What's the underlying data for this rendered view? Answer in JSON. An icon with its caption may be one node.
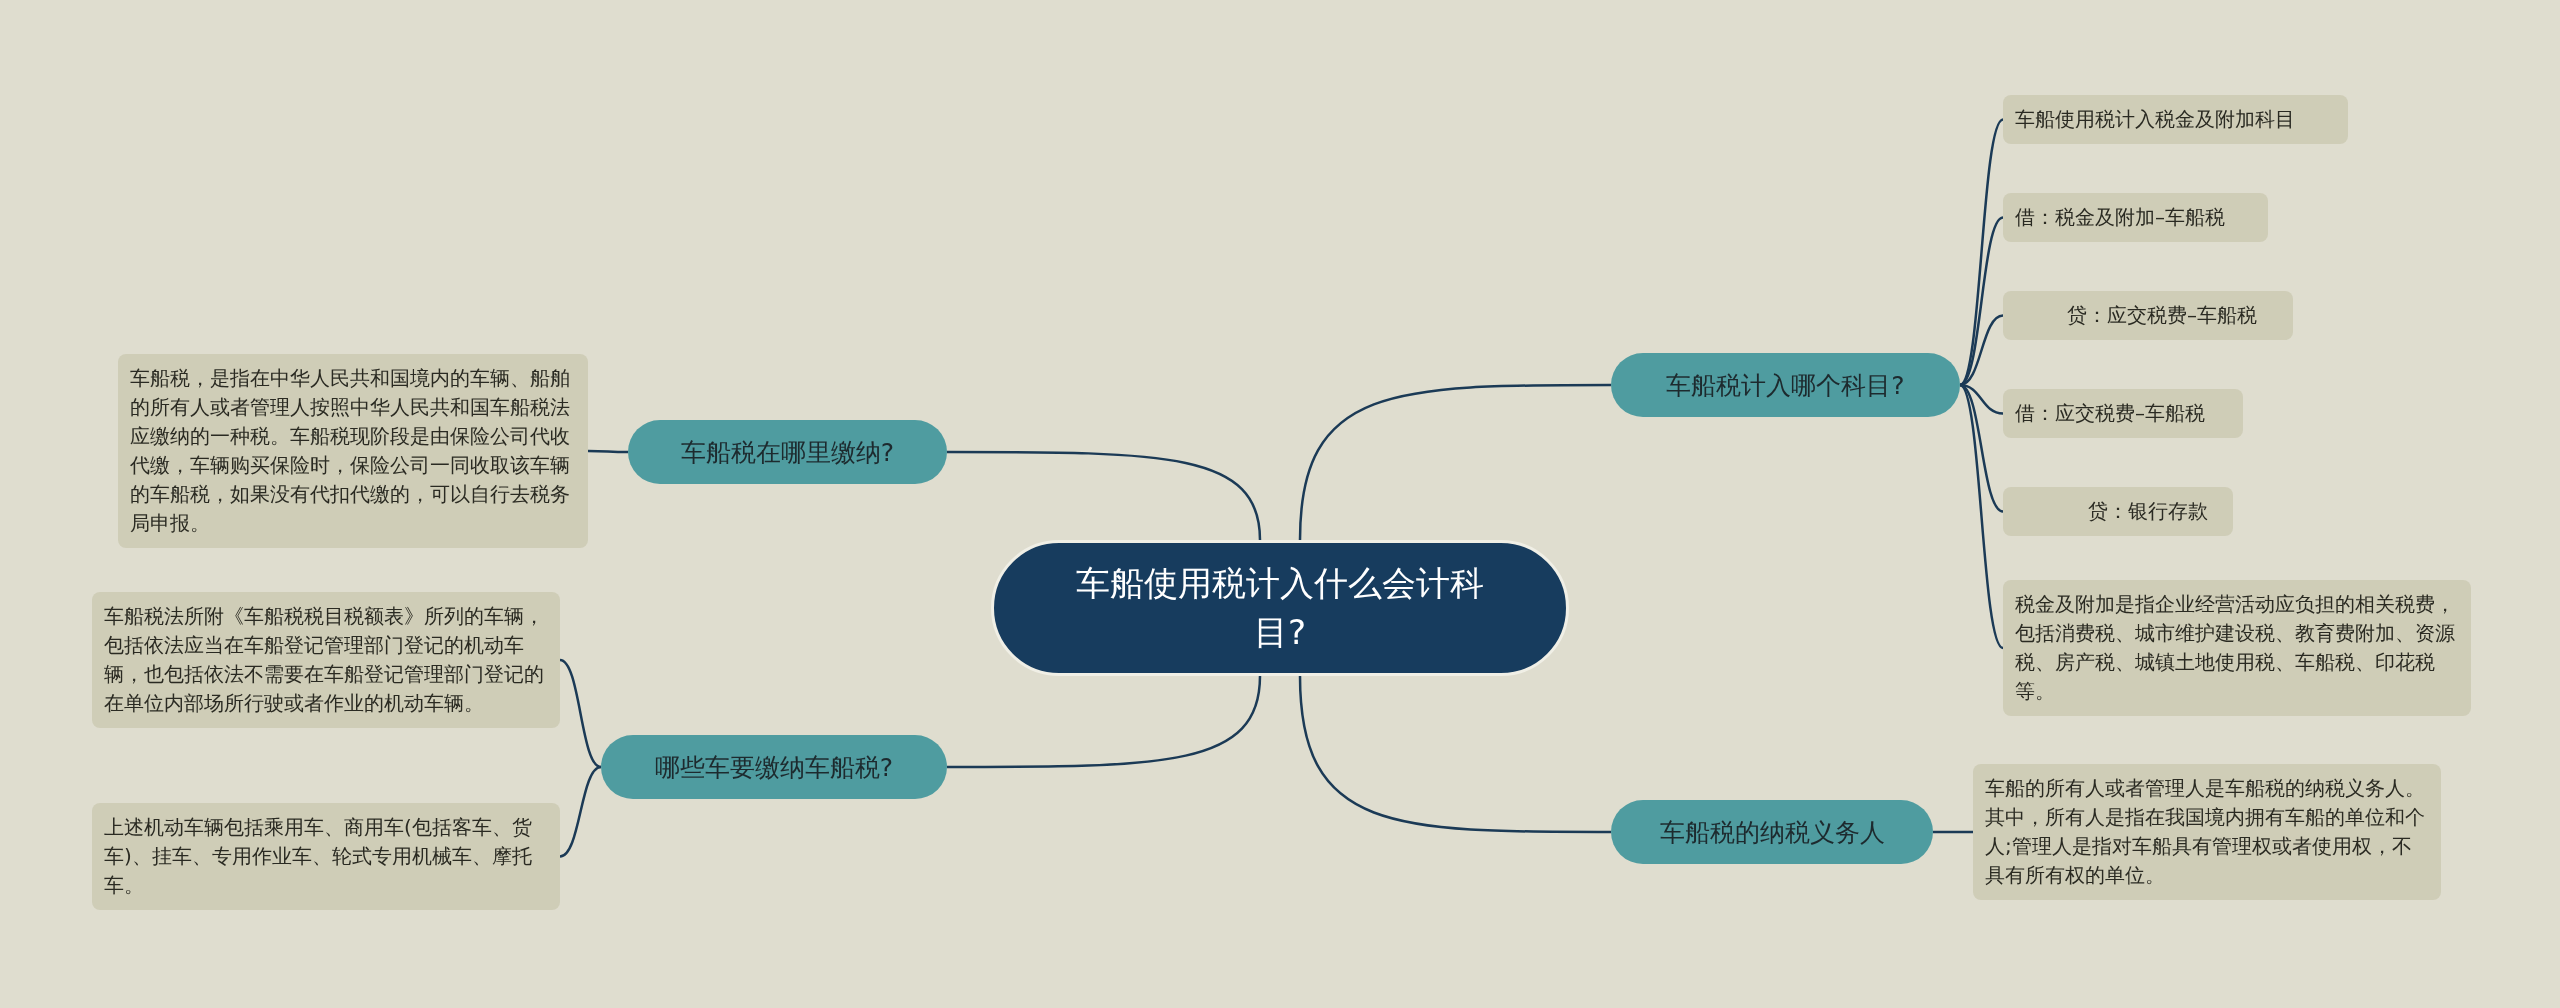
{
  "diagram": {
    "nodes": [
      {
        "text": [
          "车船使用税计入什么会计科目?"
        ]
      },
      {
        "text": [
          "车船税计入哪个科目?"
        ]
      },
      {
        "text": [
          "车船使用税计入税金及附加科目"
        ]
      },
      {
        "text": [
          "借：税金及附加–车船税"
        ]
      },
      {
        "text": [
          "贷：应交税费–车船税"
        ]
      },
      {
        "text": [
          "借：应交税费–车船税"
        ]
      },
      {
        "text": [
          "贷：银行存款"
        ]
      },
      {
        "text": [
          "税金及附加是指企业经营活动应负担的相关税费，包括消费税、城市维护建设税、教育费附加、资源税、房产税、城镇土地使用税、车船税、印花税等。"
        ]
      },
      {
        "text": [
          "车船税的纳税义务人"
        ]
      },
      {
        "text": [
          "车船的所有人或者管理人是车船税的纳税义务人。其中，所有人是指在我国境内拥有车船的单位和个人;管理人是指对车船具有管理权或者使用权，不具有所有权的单位。"
        ]
      },
      {
        "text": [
          "车船税在哪里缴纳?"
        ]
      },
      {
        "text": [
          "车船税，是指在中华人民共和国境内的车辆、船舶的所有人或者管理人按照中华人民共和国车船税法应缴纳的一种税。车船税现阶段是由保险公司代收代缴，车辆购买保险时，保险公司一同收取该车辆的车船税，如果没有代扣代缴的，可以自行去税务局申报。"
        ]
      },
      {
        "text": [
          "哪些车要缴纳车船税?"
        ]
      },
      {
        "text": [
          "车船税法所附《车船税税目税额表》所列的车辆，包括依法应当在车船登记管理部门登记的机动车辆，也包括依法不需要在车船登记管理部门登记的在单位内部场所行驶或者作业的机动车辆。"
        ]
      },
      {
        "text": [
          "上述机动车辆包括乘用车、商用车(包括客车、货车)、挂车、专用作业车、轮式专用机械车、摩托车。"
        ]
      }
    ],
    "edges": [
      {
        "from": 0,
        "to": 1,
        "arrow": "none"
      },
      {
        "from": 1,
        "to": 2,
        "arrow": "none"
      },
      {
        "from": 1,
        "to": 3,
        "arrow": "none"
      },
      {
        "from": 1,
        "to": 4,
        "arrow": "none"
      },
      {
        "from": 1,
        "to": 5,
        "arrow": "none"
      },
      {
        "from": 1,
        "to": 6,
        "arrow": "none"
      },
      {
        "from": 1,
        "to": 7,
        "arrow": "none"
      },
      {
        "from": 0,
        "to": 8,
        "arrow": "none"
      },
      {
        "from": 8,
        "to": 9,
        "arrow": "none"
      },
      {
        "from": 0,
        "to": 10,
        "arrow": "none"
      },
      {
        "from": 10,
        "to": 11,
        "arrow": "none"
      },
      {
        "from": 0,
        "to": 12,
        "arrow": "none"
      },
      {
        "from": 12,
        "to": 13,
        "arrow": "none"
      },
      {
        "from": 12,
        "to": 14,
        "arrow": "none"
      }
    ]
  }
}
